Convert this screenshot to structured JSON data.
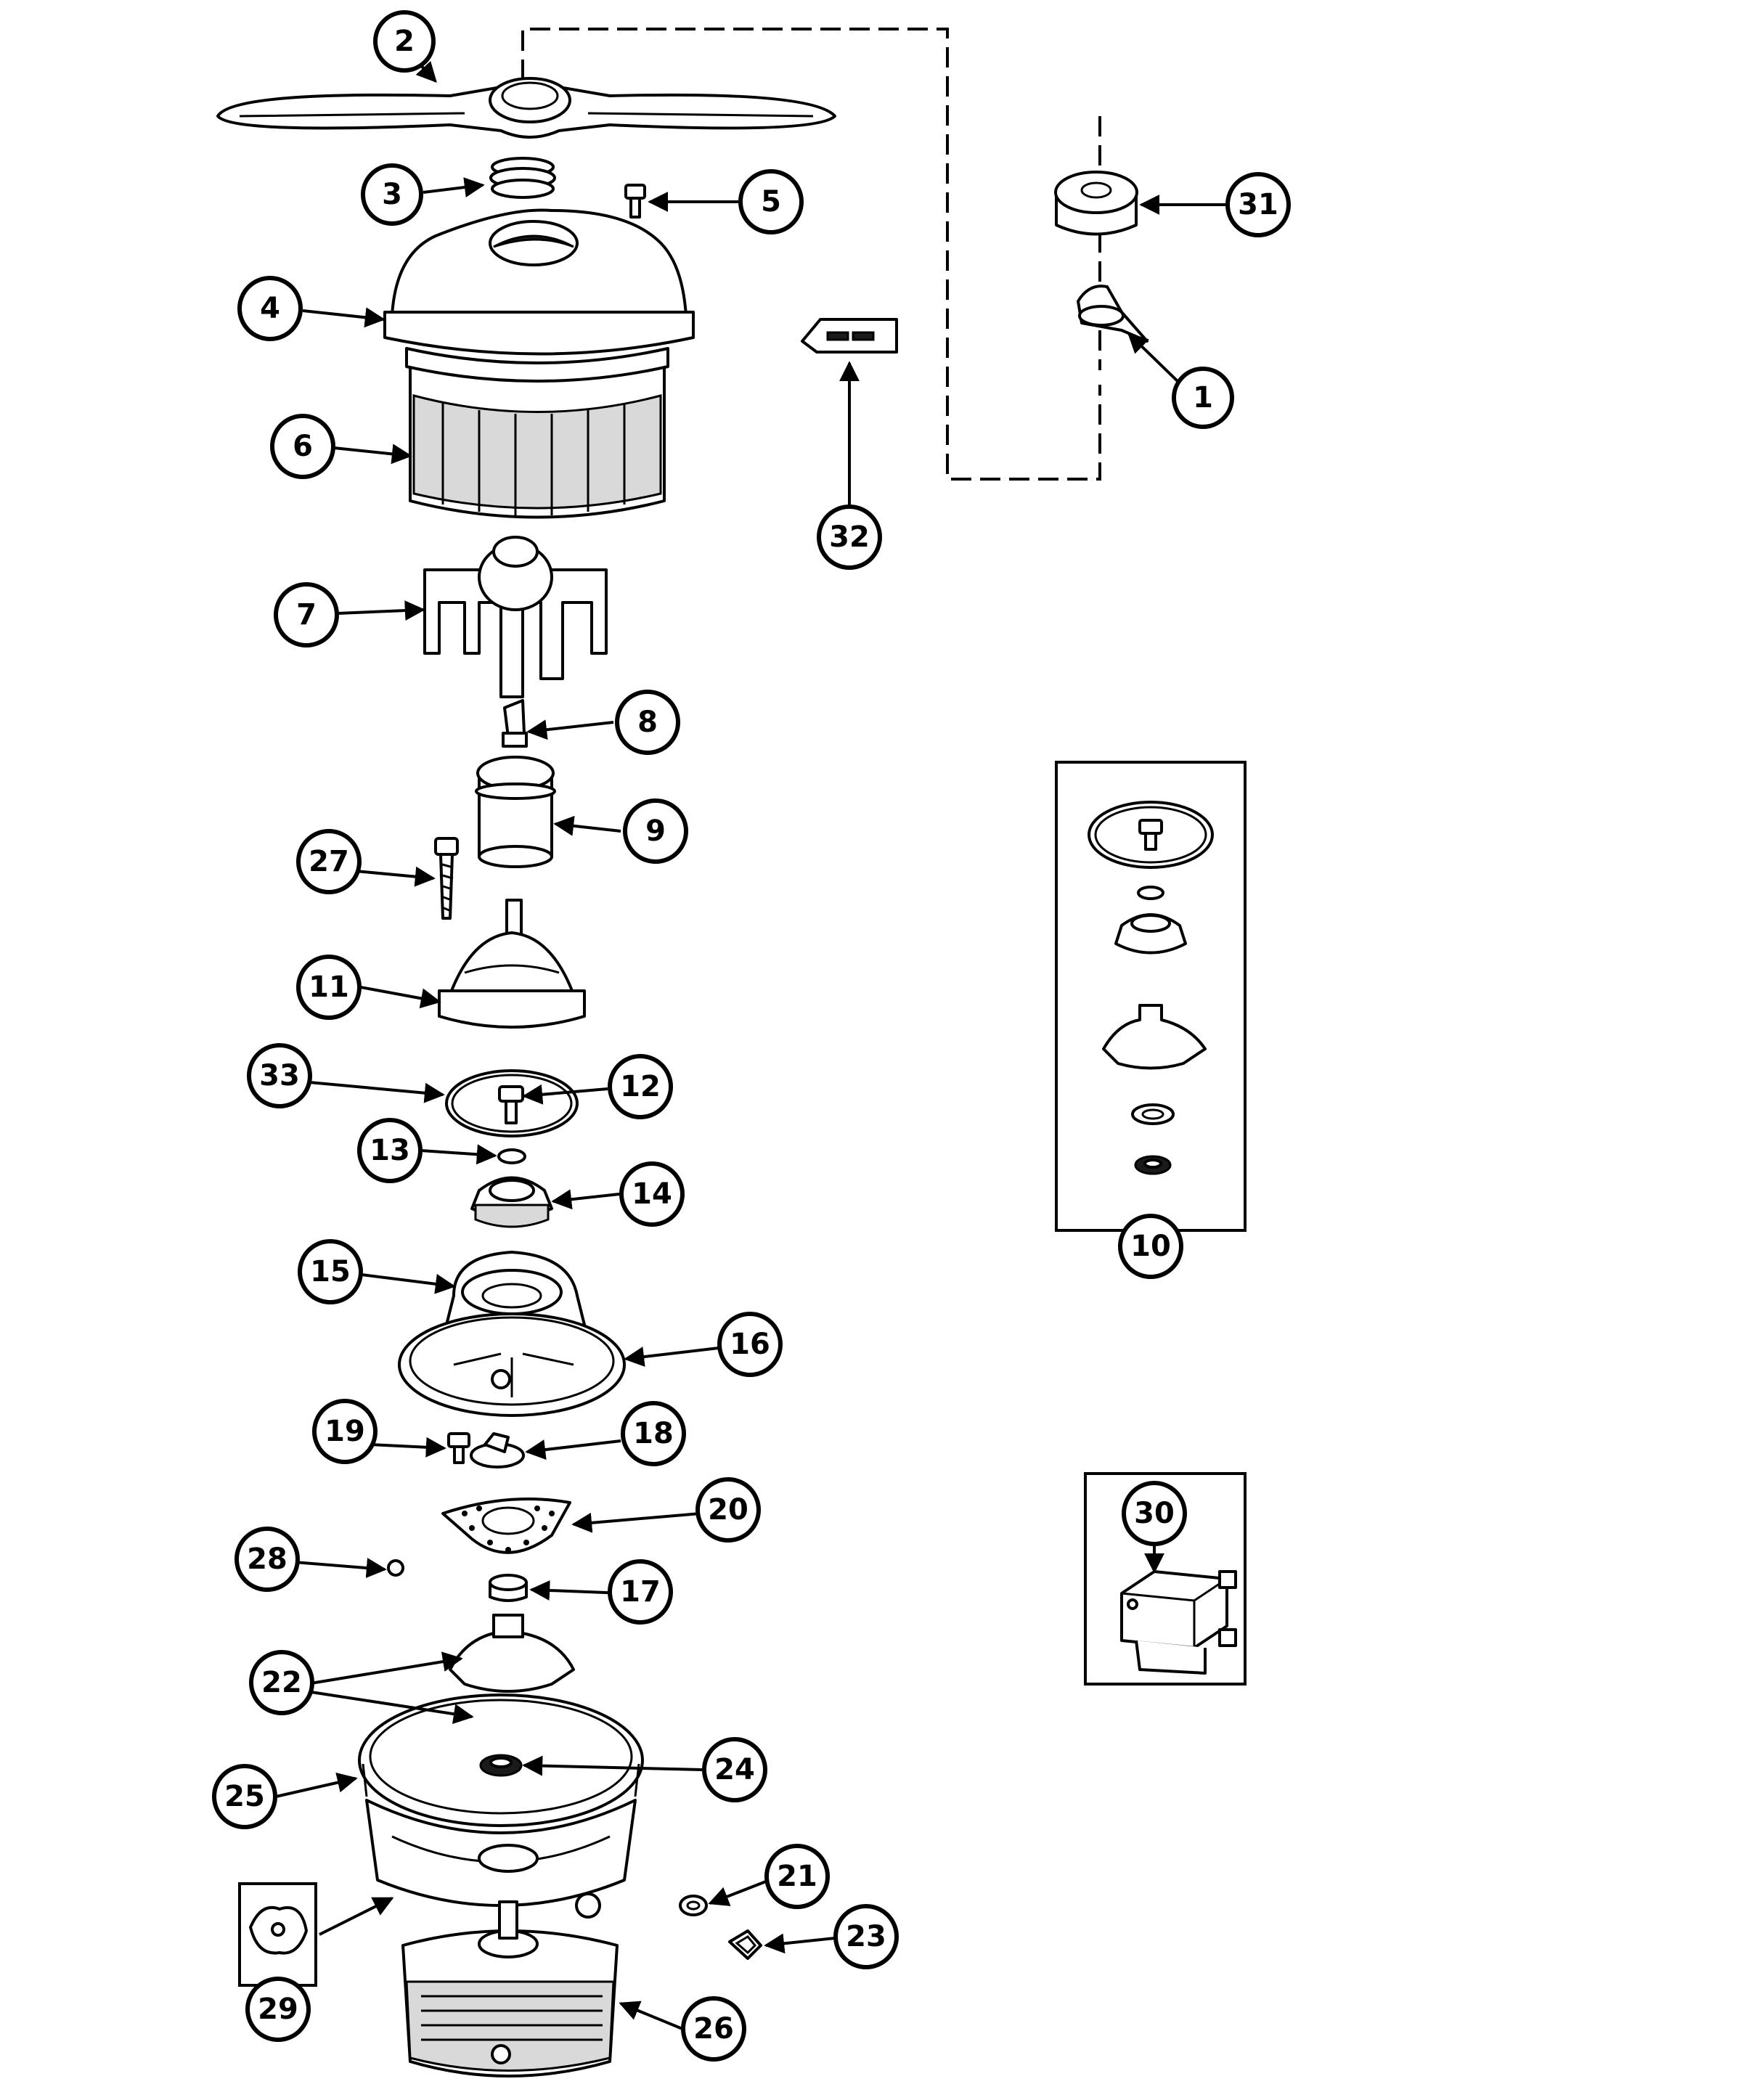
{
  "diagram": {
    "callouts": {
      "c1": "1",
      "c2": "2",
      "c3": "3",
      "c4": "4",
      "c5": "5",
      "c6": "6",
      "c7": "7",
      "c8": "8",
      "c9": "9",
      "c10": "10",
      "c11": "11",
      "c12": "12",
      "c13": "13",
      "c14": "14",
      "c15": "15",
      "c16": "16",
      "c17": "17",
      "c18": "18",
      "c19": "19",
      "c20": "20",
      "c21": "21",
      "c22": "22",
      "c23": "23",
      "c24": "24",
      "c25": "25",
      "c26": "26",
      "c27": "27",
      "c28": "28",
      "c29": "29",
      "c30": "30",
      "c31": "31",
      "c32": "32",
      "c33": "33"
    }
  }
}
